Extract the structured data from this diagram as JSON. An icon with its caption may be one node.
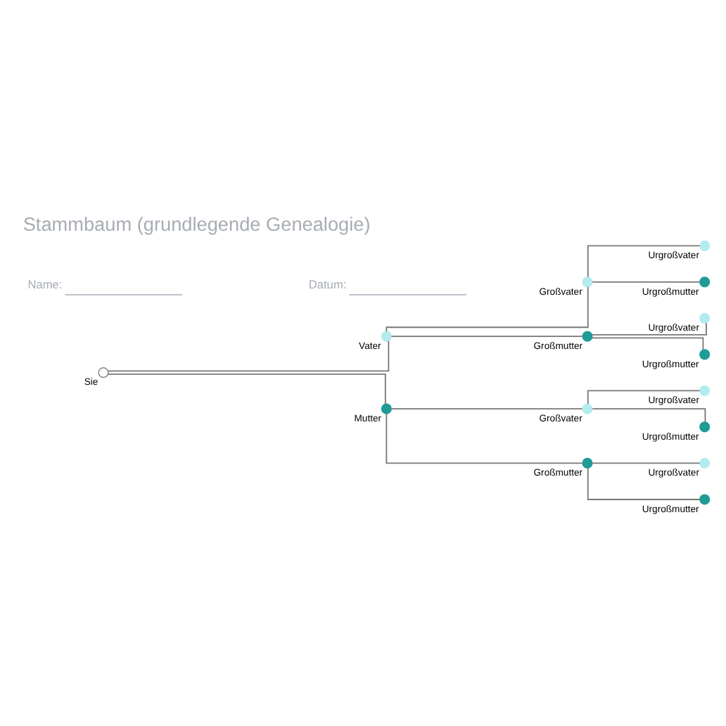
{
  "diagram": {
    "title": "Stammbaum (grundlegende Genealogie)",
    "nodes": [
      {
        "text": [],
        "shape": "circle",
        "beside": [
          "Sie"
        ]
      },
      {
        "text": [],
        "shape": "circle",
        "beside": [
          "Vater"
        ]
      },
      {
        "text": [],
        "shape": "circle",
        "beside": [
          "Großvater"
        ]
      },
      {
        "text": [],
        "shape": "circle",
        "beside": [
          "Urgroßvater"
        ]
      },
      {
        "text": [],
        "shape": "circle",
        "beside": [
          "Urgroßmutter"
        ]
      },
      {
        "text": [],
        "shape": "circle",
        "beside": [
          "Großmutter"
        ]
      },
      {
        "text": [],
        "shape": "circle",
        "beside": [
          "Urgroßvater"
        ]
      },
      {
        "text": [],
        "shape": "circle",
        "beside": [
          "Urgroßmutter"
        ]
      },
      {
        "text": [],
        "shape": "circle",
        "beside": [
          "Mutter"
        ]
      },
      {
        "text": [],
        "shape": "circle",
        "beside": [
          "Großvater"
        ]
      },
      {
        "text": [],
        "shape": "circle",
        "beside": [
          "Urgroßvater"
        ]
      },
      {
        "text": [],
        "shape": "circle",
        "beside": [
          "Urgroßmutter"
        ]
      },
      {
        "text": [],
        "shape": "circle",
        "beside": [
          "Großmutter"
        ]
      },
      {
        "text": [],
        "shape": "circle",
        "beside": [
          "Urgroßvater"
        ]
      },
      {
        "text": [],
        "shape": "circle",
        "beside": [
          "Urgroßmutter"
        ]
      }
    ],
    "edges": [
      {
        "from": 0,
        "to": 1,
        "arrow": "none"
      },
      {
        "from": 0,
        "to": 8,
        "arrow": "none"
      },
      {
        "from": 1,
        "to": 2,
        "arrow": "none"
      },
      {
        "from": 1,
        "to": 5,
        "arrow": "none"
      },
      {
        "from": 2,
        "to": 3,
        "arrow": "none"
      },
      {
        "from": 2,
        "to": 4,
        "arrow": "none"
      },
      {
        "from": 5,
        "to": 6,
        "arrow": "none"
      },
      {
        "from": 5,
        "to": 7,
        "arrow": "none"
      },
      {
        "from": 8,
        "to": 9,
        "arrow": "none"
      },
      {
        "from": 8,
        "to": 12,
        "arrow": "none"
      },
      {
        "from": 9,
        "to": 10,
        "arrow": "none"
      },
      {
        "from": 9,
        "to": 11,
        "arrow": "none"
      },
      {
        "from": 12,
        "to": 13,
        "arrow": "none"
      },
      {
        "from": 12,
        "to": 14,
        "arrow": "none"
      }
    ],
    "labels": [
      "Name:",
      "Datum:"
    ]
  }
}
